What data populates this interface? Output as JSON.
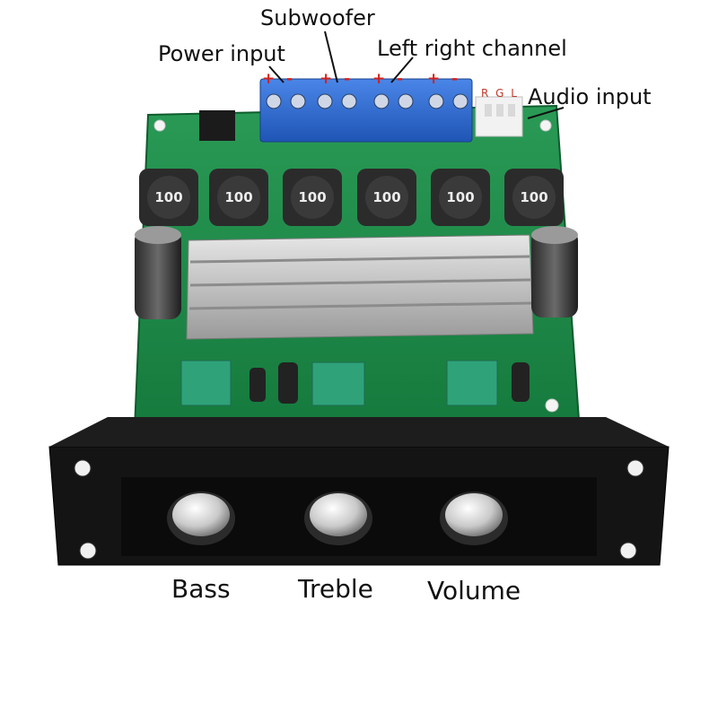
{
  "labels": {
    "subwoofer": "Subwoofer",
    "power_input": "Power input",
    "left_right_channel": "Left right channel",
    "audio_input": "Audio input",
    "bass": "Bass",
    "treble": "Treble",
    "volume": "Volume"
  },
  "terminal_polarity": [
    "+",
    "-",
    "+",
    "-",
    "+",
    "-",
    "+",
    "-"
  ],
  "input_pins": "R G L",
  "inductor_value": "100",
  "colors": {
    "pcb_green": "#1f8a4a",
    "terminal_blue": "#2f6fd6",
    "panel_black": "#141414",
    "polarity_red": "#d4201a"
  }
}
